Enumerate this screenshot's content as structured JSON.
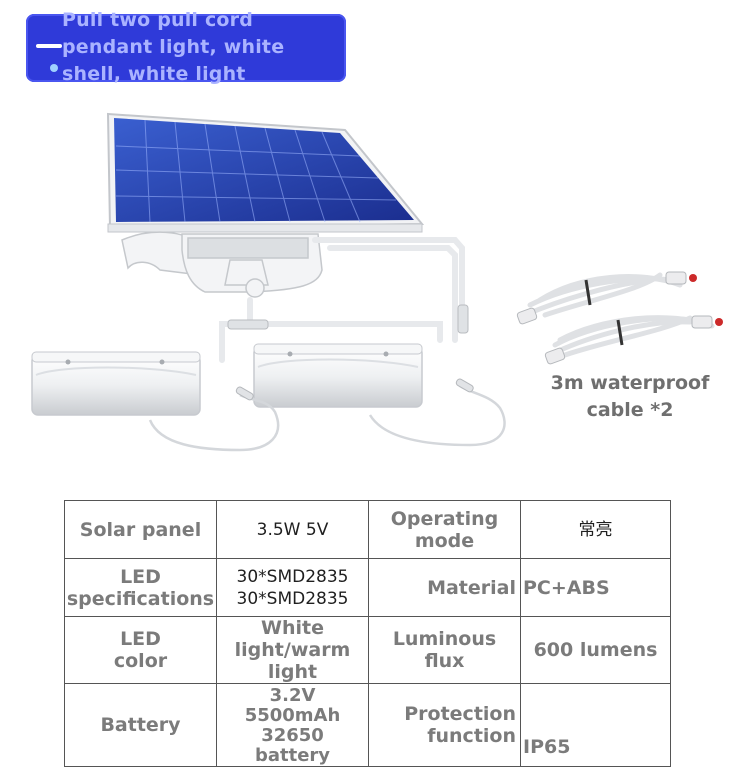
{
  "banner": {
    "text": "Pull two pull cord\npendant light, white\nshell, white light",
    "bg_color": "#2f3ad9",
    "text_color": "#aab3ff"
  },
  "product": {
    "cable_caption": "3m waterproof\ncable *2"
  },
  "specs": {
    "row1": {
      "label1": "Solar panel",
      "value1": "3.5W  5V",
      "label2": "Operating\nmode",
      "value2": "常亮"
    },
    "row2": {
      "label1": "LED\nspecifications",
      "value1": "30*SMD2835\n30*SMD2835",
      "label2": "Material",
      "value2": "PC+ABS"
    },
    "row3": {
      "label1": "LED\ncolor",
      "value1": "White\nlight/warm\nlight",
      "label2": "Luminous\nflux",
      "value2": "600 lumens"
    },
    "row4": {
      "label1": "Battery",
      "value1": "3.2V\n5500mAh\n32650\nbattery",
      "label2": "Protection\nfunction",
      "value2": "IP65"
    }
  }
}
